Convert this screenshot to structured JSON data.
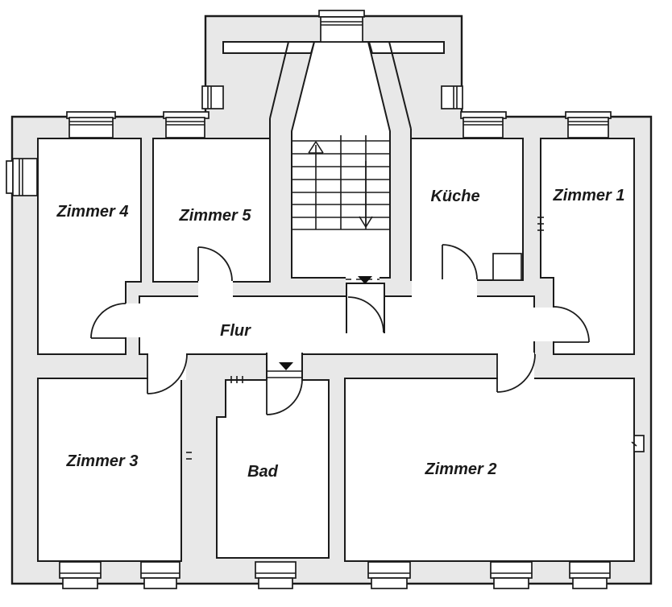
{
  "document": {
    "type": "floor-plan",
    "background": "#ffffff"
  },
  "colors": {
    "wall_fill": "#e8e8e8",
    "outline": "#1b1b1b",
    "room_interior": "#ffffff",
    "label_color": "#1a1a1a"
  },
  "rooms": [
    {
      "id": "zimmer-4",
      "label": "Zimmer 4"
    },
    {
      "id": "zimmer-5",
      "label": "Zimmer 5"
    },
    {
      "id": "kueche",
      "label": "Küche"
    },
    {
      "id": "zimmer-1",
      "label": "Zimmer 1"
    },
    {
      "id": "flur",
      "label": "Flur"
    },
    {
      "id": "zimmer-3",
      "label": "Zimmer 3"
    },
    {
      "id": "bad",
      "label": "Bad"
    },
    {
      "id": "zimmer-2",
      "label": "Zimmer 2"
    }
  ],
  "icons": [
    {
      "name": "stairs-up-arrow-icon"
    },
    {
      "name": "stairs-down-arrow-icon"
    },
    {
      "name": "entry-step-triangle-icon"
    },
    {
      "name": "bath-step-triangle-icon"
    }
  ]
}
